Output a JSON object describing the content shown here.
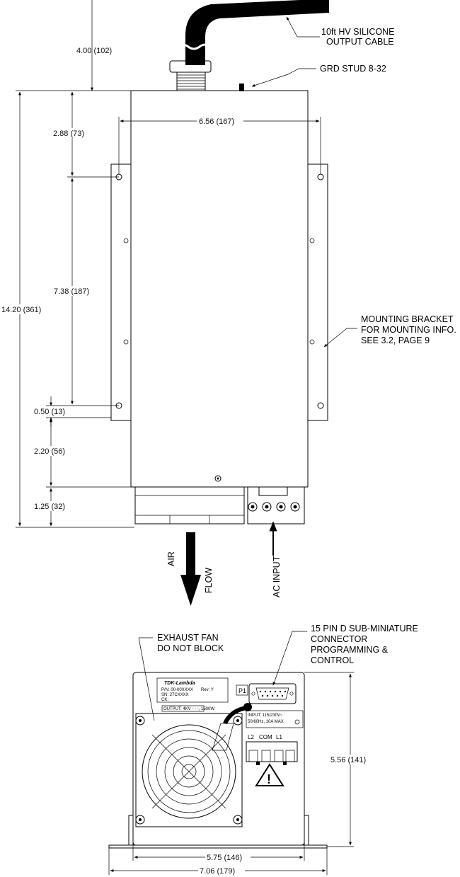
{
  "callouts": {
    "cable_line1": "10ft HV SILICONE",
    "cable_line2": "OUTPUT CABLE",
    "grd_stud": "GRD STUD 8-32",
    "bracket_line1": "MOUNTING BRACKET",
    "bracket_line2": "FOR MOUNTING INFO.",
    "bracket_line3": "SEE 3.2, PAGE 9",
    "air": "AIR",
    "flow": "FLOW",
    "ac_input": "AC INPUT",
    "exhaust_line1": "EXHAUST FAN",
    "exhaust_line2": "DO NOT BLOCK",
    "connector_line1": "15 PIN D SUB-MINIATURE",
    "connector_line2": "CONNECTOR",
    "connector_line3": "PROGRAMMING &",
    "connector_line4": "CONTROL"
  },
  "dimensions": {
    "cable_height": "4.00 (102)",
    "width_top": "6.56 (167)",
    "d_288": "2.88 (73)",
    "d_738": "7.38 (187)",
    "d_050": "0.50 (13)",
    "d_220": "2.20 (56)",
    "d_125": "1.25 (32)",
    "overall_height": "14.20 (361)",
    "front_height": "5.56 (141)",
    "front_width_inner": "5.75 (146)",
    "front_width_outer": "7.06 (179)"
  },
  "label_plate": {
    "brand": "TDK-Lambda",
    "pn": "P/N: 00-00XXXX",
    "rev": "Rev: Y",
    "sn": "SN: 27CXXXX",
    "ck": "CK:",
    "output": "OUTPUT: 4KV - - -, 1500W",
    "input_line1": "INPUT: 115/230V~",
    "input_line2": "50/60Hz, 10A MAX"
  },
  "terminals": {
    "p1": "P1",
    "l2": "L2",
    "com": "COM",
    "l1": "L1",
    "warning": "!"
  }
}
